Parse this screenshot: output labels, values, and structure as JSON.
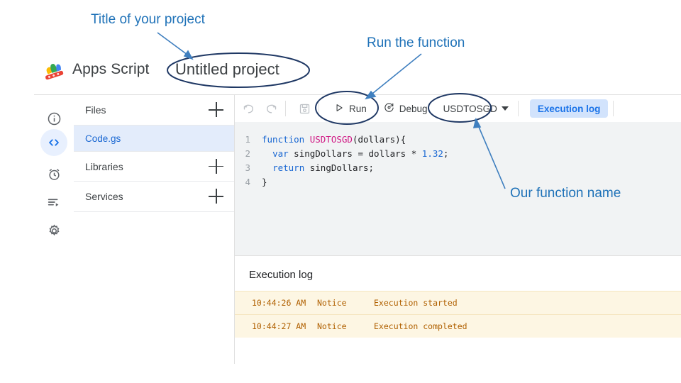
{
  "header": {
    "logo_icon": "apps-script-logo",
    "app_name": "Apps Script",
    "project_title": "Untitled project"
  },
  "rail": {
    "items": [
      {
        "icon": "info-icon",
        "name": "overview",
        "active": false
      },
      {
        "icon": "code-icon",
        "name": "editor",
        "active": true
      },
      {
        "icon": "alarm-clock-icon",
        "name": "triggers",
        "active": false
      },
      {
        "icon": "executions-icon",
        "name": "executions",
        "active": false
      },
      {
        "icon": "gear-icon",
        "name": "settings",
        "active": false
      }
    ]
  },
  "files_panel": {
    "files_label": "Files",
    "file_item": "Code.gs",
    "libraries_label": "Libraries",
    "services_label": "Services",
    "add_icon": "plus-icon"
  },
  "toolbar": {
    "undo_icon": "undo-icon",
    "redo_icon": "redo-icon",
    "save_icon": "save-icon",
    "run_label": "Run",
    "run_icon": "play-icon",
    "debug_label": "Debug",
    "debug_icon": "debug-icon",
    "function_select": "USDTOSGD",
    "caret_icon": "chevron-down-icon",
    "execution_log_label": "Execution log",
    "chip_bg": "#d2e3fc",
    "chip_fg": "#1a73e8"
  },
  "code": {
    "lines": [
      {
        "n": "1",
        "tokens": [
          {
            "t": "function ",
            "c": "kw"
          },
          {
            "t": "USDTOSGD",
            "c": "fnname"
          },
          {
            "t": "(dollars){",
            "c": "ct"
          }
        ]
      },
      {
        "n": "2",
        "tokens": [
          {
            "t": "  ",
            "c": "ct"
          },
          {
            "t": "var",
            "c": "kw"
          },
          {
            "t": " singDollars = dollars * ",
            "c": "ct"
          },
          {
            "t": "1.32",
            "c": "num"
          },
          {
            "t": ";",
            "c": "ct"
          }
        ]
      },
      {
        "n": "3",
        "tokens": [
          {
            "t": "  ",
            "c": "ct"
          },
          {
            "t": "return",
            "c": "kw"
          },
          {
            "t": " singDollars;",
            "c": "ct"
          }
        ]
      },
      {
        "n": "4",
        "tokens": [
          {
            "t": "}",
            "c": "ct"
          }
        ]
      }
    ]
  },
  "execution_log": {
    "title": "Execution log",
    "rows": [
      {
        "time": "10:44:26 AM",
        "level": "Notice",
        "message": "Execution started"
      },
      {
        "time": "10:44:27 AM",
        "level": "Notice",
        "message": "Execution completed"
      }
    ],
    "row_bg": "#fdf6e3",
    "row_fg": "#b06000"
  },
  "annotations": {
    "color": "#1f72b8",
    "ellipse_color": "#1f3864",
    "title_note": "Title of your project",
    "run_note": "Run the function",
    "function_note": "Our function name"
  }
}
